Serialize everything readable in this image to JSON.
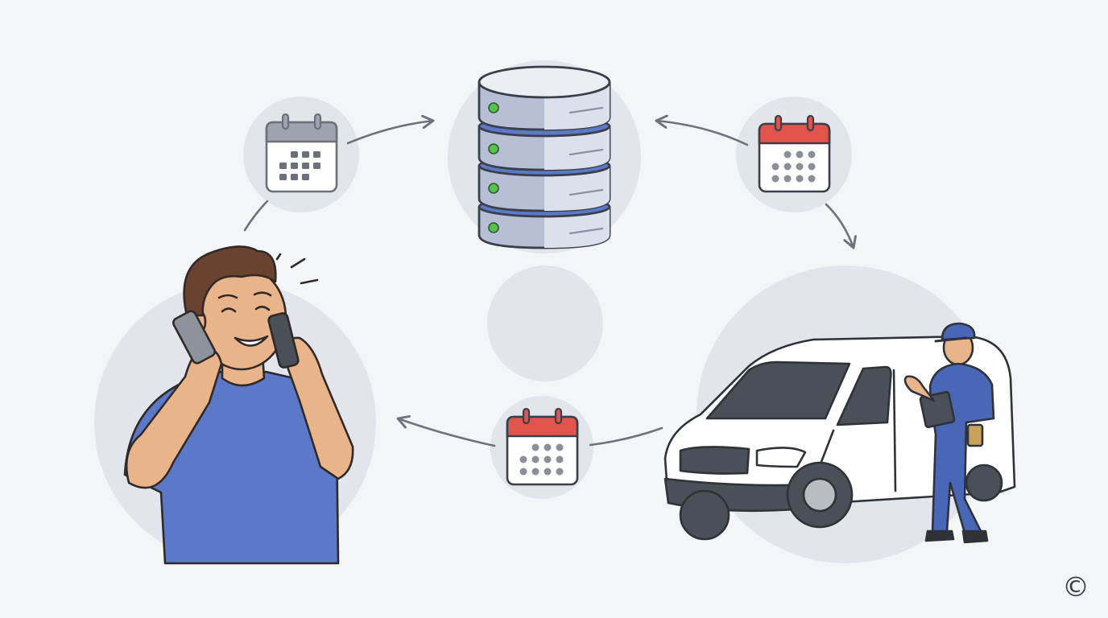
{
  "diagram": {
    "nodes": [
      {
        "id": "customer",
        "icon": "person-on-phone-icon"
      },
      {
        "id": "database",
        "icon": "database-server-icon"
      },
      {
        "id": "technician",
        "icon": "service-van-technician-icon"
      },
      {
        "id": "center",
        "icon": "blank-circle"
      }
    ],
    "connectors": [
      {
        "id": "calendar-top-left",
        "icon": "calendar-icon",
        "accent": "#9ea3ad"
      },
      {
        "id": "calendar-top-right",
        "icon": "calendar-icon",
        "accent": "#e0544c"
      },
      {
        "id": "calendar-bottom",
        "icon": "calendar-icon",
        "accent": "#e0544c"
      }
    ],
    "edges": [
      {
        "from": "customer",
        "via": "calendar-top-left",
        "to": "database"
      },
      {
        "from": "calendar-top-right",
        "to": "database"
      },
      {
        "from": "calendar-top-right",
        "to": "technician"
      },
      {
        "from": "technician",
        "via": "calendar-bottom",
        "to": "customer"
      }
    ]
  },
  "colors": {
    "background": "#f4f5f6",
    "circle": "#e3e5ec",
    "accent_blue": "#5b78c9",
    "outline": "#3a3f4a",
    "calendar_red": "#e0544c",
    "status_green": "#57c24f"
  },
  "footer": {
    "copyright_symbol": "©"
  }
}
